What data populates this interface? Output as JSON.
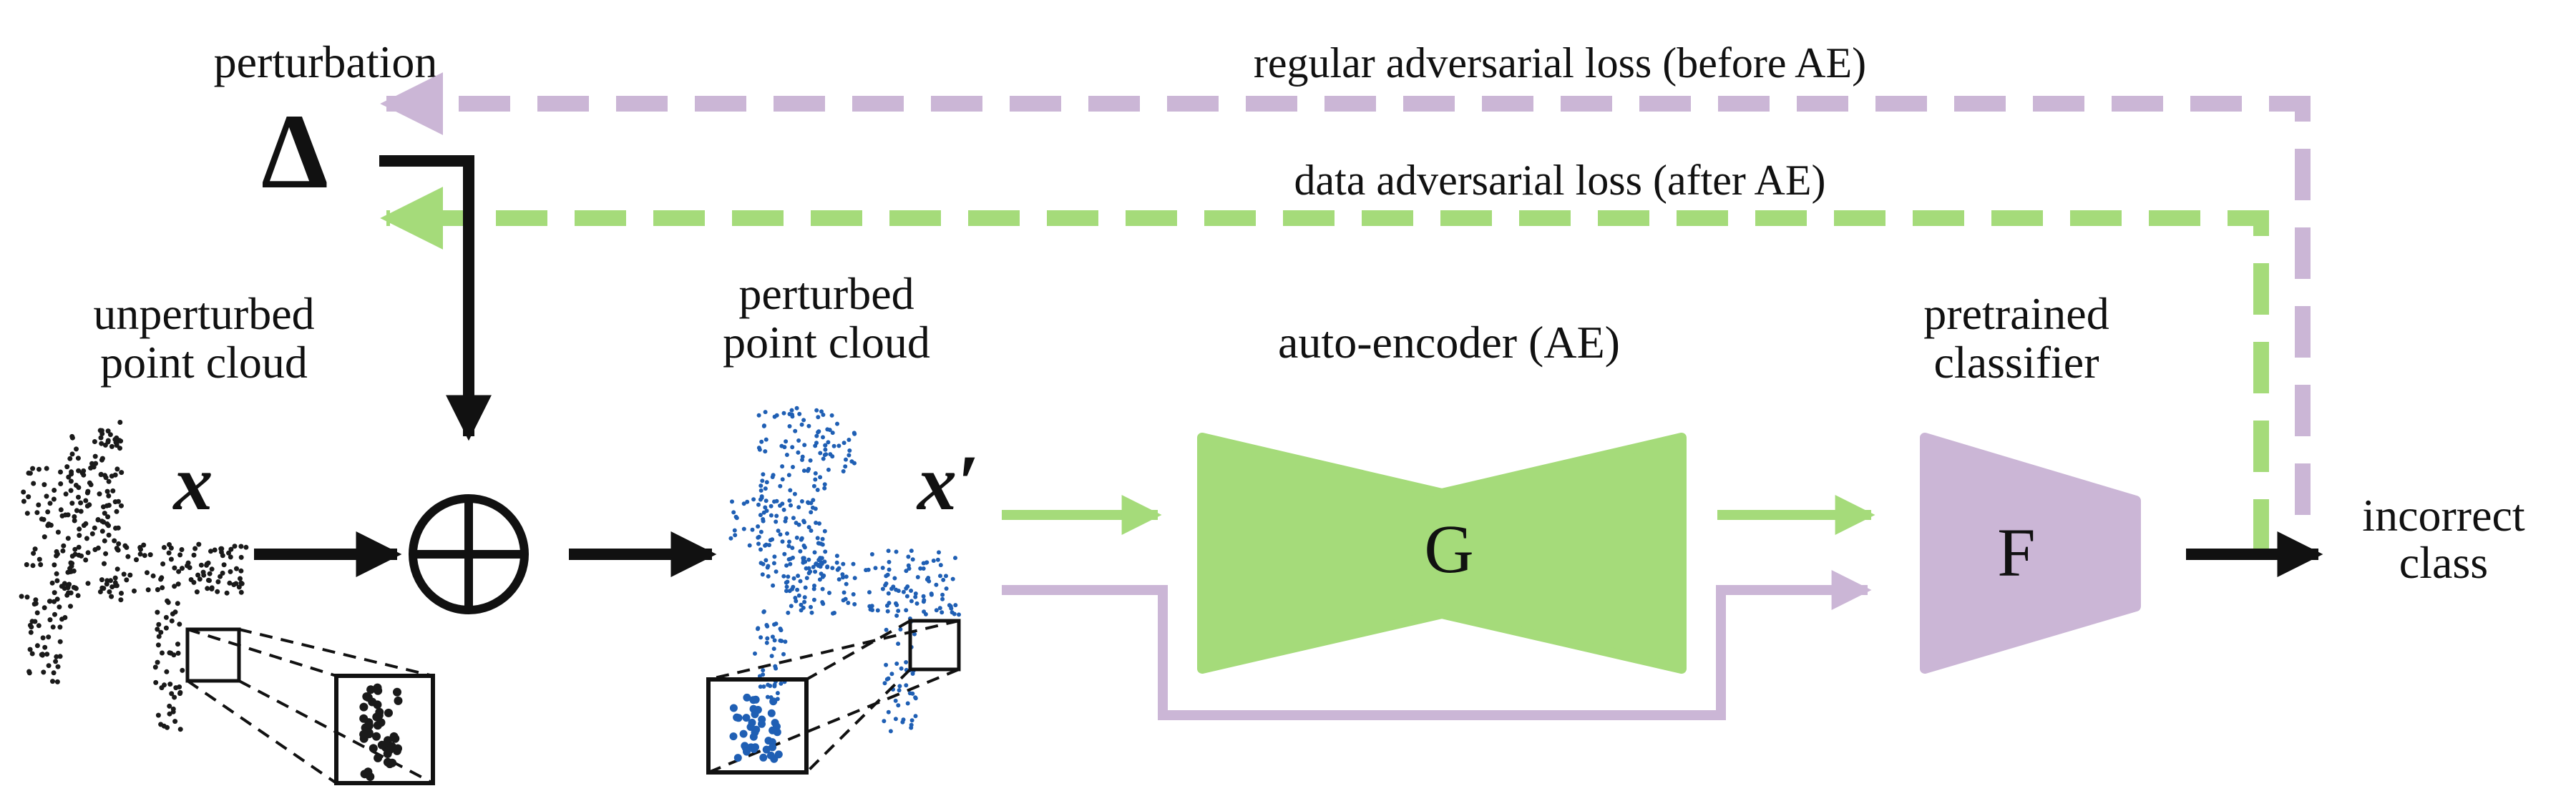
{
  "colors": {
    "ink": "#111111",
    "green": "#a5db7a",
    "purple": "#cbb6d6",
    "blue_points": "#1f5fb4",
    "black_points": "#1a1a1a"
  },
  "labels": {
    "perturbation": "perturbation",
    "delta": "Δ",
    "regular_loss": "regular adversarial loss (before AE)",
    "data_loss": "data adversarial loss (after AE)",
    "unperturbed_line1": "unperturbed",
    "unperturbed_line2": "point cloud",
    "x": "x",
    "perturbed_line1": "perturbed",
    "perturbed_line2": "point cloud",
    "x_prime": "x′",
    "autoencoder": "auto-encoder (AE)",
    "generator": "G",
    "pretrained_line1": "pretrained",
    "pretrained_line2": "classifier",
    "classifier": "F",
    "incorrect_line1": "incorrect",
    "incorrect_line2": "class"
  },
  "icons": {
    "sum_node": "circle-plus-icon",
    "unperturbed_cloud": "chair-point-cloud-icon",
    "perturbed_cloud": "chair-point-cloud-icon"
  }
}
